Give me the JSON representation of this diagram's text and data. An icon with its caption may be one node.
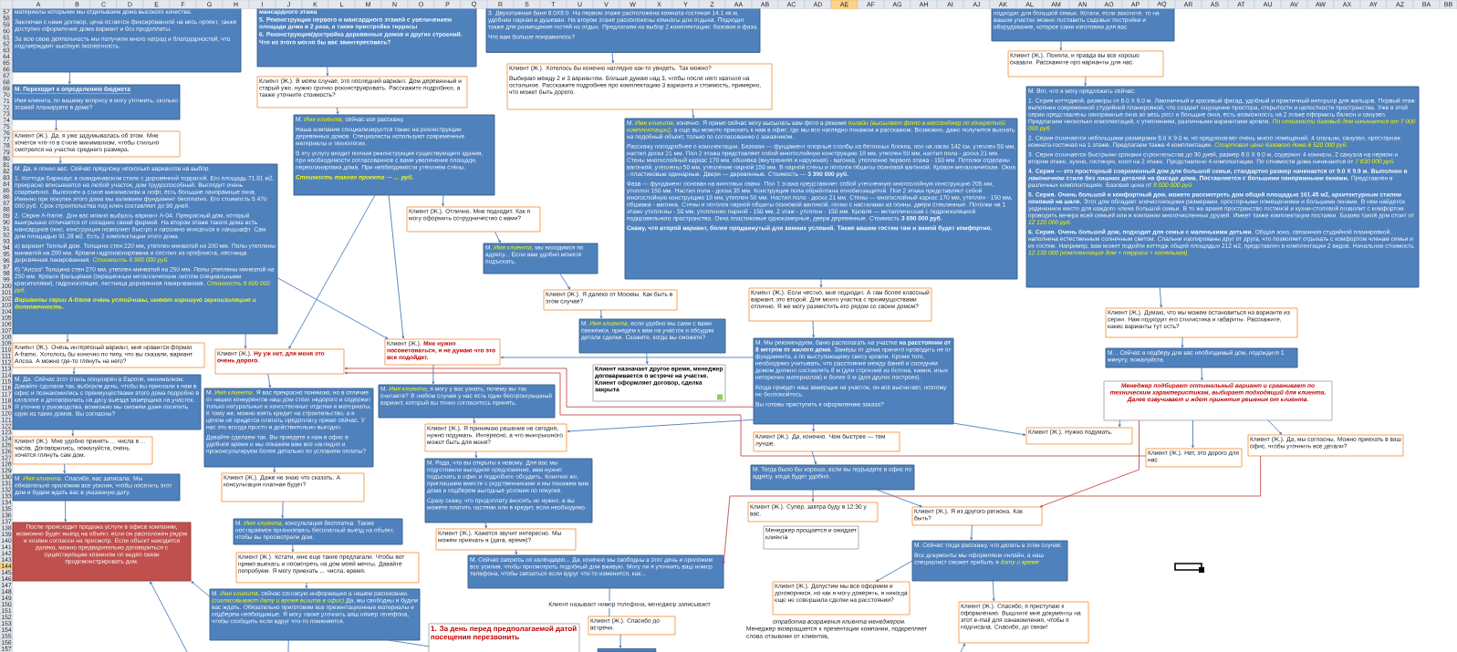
{
  "diagram": {
    "nodes": [
      {
        "text": [
          "материалы которыми мы отделываем дома высокого качества.",
          "Заключая с нами договор, цена остается фиксированной на весь проект, также доступно оформление дома вариант и без предоплаты.",
          "За всю свою деятельность мы получили много наград и благодарностей, что подтверждает высокую экспертность."
        ]
      },
      {
        "text": [
          "мансардного этажа",
          "5. Реконструкция первого и мансардного этажей с увеличением площади дома в 2 раза, а также пристройка террасы",
          "6. Реконструкция/достройка деревянных домов и других строений.",
          "Что из этого могло бы вас заинтересовать?"
        ]
      },
      {
        "text": [
          "3. Двухэтажная баня 8.0Х8.0. На первом этаже расположена комната-гостиная 14.1 кв.м, удобная парная и душевая. На втором этаже расположены комнаты для отдыха. Подходит также для размещения гостей на отдых. Предлагаем на выбор 2 комплектации: базовая и фаза.",
          "Что вам больше понравилось?"
        ]
      },
      {
        "text": [
          "подходят для большой семьи. Кстати, если захотите, то на вашем участке можно поставить садовые постройки и оборудование, которое сами изготовим для вас."
        ]
      },
      {
        "text": [
          "Клиент (Ж.). Поняла, и правда вы все хорошо сказали. Расскажите про варианты для нас."
        ]
      },
      {
        "text": [
          "Клиент (Ж.). В моем случае, это последний вариант. Дом деревянный и старый уже, нужно срочно реконструировать. Расскажите подробнее, а также уточните стоимость?"
        ]
      },
      {
        "text": [
          "Клиент (Ж.). Хотелось бы конечно наглядно как-то увидеть. Так можно?",
          "Выбираю между 2 и 3 вариантом. Больше думаю над 3, чтобы после него хватило на остальное. Расскажите подробнее про комплектацию 3 варианта и стоимость, примерно, что может быть дорого."
        ]
      },
      {
        "text": [
          "М. Переходит к определению бюджета",
          "Имя клиента, по вашему вопросу я могу уточнить, сколько этажей планируете в доме?"
        ]
      },
      {
        "text": [
          "М. Вот, что я могу предложить сейчас:",
          "1. Серия коттеджей, размеры от 6.0 Х 9.0 м. Лаконичный и красивый фасад, удобный и практичный интерьер для жильцов. Первый этаж выполнен современной студийной планировкой, что создает ощущение простора, открытости и целостности пространства. Уже в этой серии представлены панорамные окна во весь рост и большие окна, есть возможность на 2 этаже оформить балкон и санузел. Предлагаем несколько комплектаций, с утеплением, различными вариантами кровли. *По стоимости базовый дом начинается от 7 000 000 руб.*",
          "2. Серия отличается небольшими размерами 8.0 Х 9.0 м, но предполагает очень много помещений: 4 спальни, санузел, просторная комната-гостиная на 1 этаже. Предлагаем также 4 комплектации. *Стартовая цена базового дома 6 520 000 руб.*",
          "3. Серия отличается быстрыми сроками строительства до 30 дней, размер 8.0 Х 9.0 м, содержит 4 комнаты, 2 санузла на первом и втором этаже, кухню, гостиную, холл на 2 этаже. Представлено 4 комплектации. По стоимости дома начинаются от *7 830 000 руб.*",
          "**4. Серия — это просторный современный дом для большой семьи, стандартно размер начинается от 9.0 Х 9.9 м. Выполнен в лаконичном стиле без лишних деталей на фасаде дома. Поставляется с большими панорамными окнами.** Представлен в различных комплектациях. Базовая цена от *8 000 000 руб.*",
          "**5. Серия. Очень большой и комфортный дом, можете рассмотреть дом общей площадью 161.45 м2, архитектурным стилем похожий на шале.** Этот дом обладает впечатляющими размерами, просторными помещениями и большими окнами. В нем найдется уединенное место для каждого члена большой семьи. В то же время пространство гостиной и кухни-столовой позволит с комфортом проводить вечера всей семьей или в компании многочисленных друзей. Имеет также комплектации поставки. Базово такой дом стоит от *12 120 000 руб.*",
          "**6. Серия. Очень большой дом, подходит для семьи с маленькими детьми.** Общая зона, связанная студийной планировкой, наполнена естественным солнечным светом. Спальни изолированы друг от друга, что позволяет отдыхать с комфортом членам семьи и их гостям. Например, вам может подойти коттедж общей площадью 212 м2, представлен в комплектации 2 видов. Начальная стоимость *12 130 000 (комплектация дом + терраса + котельная)*"
        ]
      },
      {
        "text": [
          "М. *Имя клиента*, сейчас все расскажу.",
          "Наша компания специализируется также на реконструкции деревянных домов. Специалисты используют современные материалы и технологии.",
          "В эту услугу входит полная реконструкция существующего здания, при необходимости согласованное с вами увеличение площади, перепланировка дома. При необходимости утепляем стены.",
          "Стоимость такого проекта — ... руб."
        ]
      },
      {
        "text": [
          "М. *Имя клиента*, конечно. Я прямо сейчас могу высылать вам фото в режиме *онлайн (высылает фото в мессенджер по конкретной комплектации)*, а еще вы можете приехать к нам в офис, где мы все наглядно покажем и расскажем. Возможно, даже получится выехать на подобный объект, только по согласованию с заказчиком.",
          "Расскажу поподробнее о комплектации. Базовая — фундамент опорные столбы из бетонных блоков, пол на лагах 142 см, утеплен 50 мм, настил доска 21 мм. Пол 2 этажа представляет собой многослойную конструкцию 18 мм, утеплен 50 мм, настил пола - доска 21 мм. Стены многослойный каркас 170 мм, обшивка (внутренняя и наружная) - вагонка, утепление первого этажа - 150 мм. Потолки отделаны вагонкой, утеплены 50 мм, утепление парной 150 мм. В парной стены и потолок обшиты осиновой вагонкой. Кровля металлическая. Окна - пластиковые одинарные. Двери — деревянные. Стоимость — **3 390 000 руб.**",
          "Фаза — фундамент основан на винтовых сваях. Пол 1 этажа представляет собой утепленную многослойную конструкцию 205 мм, утеплен 150 мм. Настил пола - доска 35 мм. Конструкция пола обработана огнебиозащитой. Пол 2 этажа представляет собой многослойную конструкцию 18 мм, утеплен 50 мм. Настил пола - доска 21 мм. Стены — многослойный каркас 170 мм, утеплен - 150 мм, обшивка - вагонка. Стены и потолок парной обшиты осиновой вагонкой, полки с настилами из осины, двери стеклянные. Потолки на 1 этаже утеплены - 50 мм, утепление парной - 150 мм, 2 этаж - утеплен - 150 мм. Кровля — металлическая с гидроизоляцией подкровельного пространства. Окна пластиковые однокамерные, двери деревянные. Стоимость **3 690 000 руб.**",
          "Скажу, что второй вариант, более продвинутый для зимних условий. Также вашим гостям там и зимой будет комфортно."
        ]
      },
      {
        "text": [
          "Клиент (Ж.). Да, я уже задумывалась об этом. Мне хочется что-то в стиле минимализм, чтобы стильно смотрелся на участке среднего размера."
        ]
      },
      {
        "text": [
          "М. Да, я понял вас. Сейчас предложу несколько вариантов на выбор.",
          "1. Коттедж Барнхаус в скандинавском стиле с деревянной террасой. Его площадь 71.81 м2, прекрасно вписывается на любой участок, дом трудоспособный. Выглядит очень современно. Выполнен в стиле минимализм и лофт, есть большие панорамные окна. Именно при покупке этого дома мы заливаем фундамент бесплатно. Его стоимость 5 470 000 руб. Срок строительства под ключ составляет до 90 дней.",
          "2. Серия A-frame. Для вас можно выбрать вариант A-04. Прекрасный дом, который выигрышно отличается от соседних своей формой. На втором этаже такого дома есть мансардное окно, конструкция позволяет быстро и пассивно вписаться в ландшафт. Сам дом площадью 91.28 м2. Есть 2 комплектации этого дома.",
          "а) вариант Теплый дом. Толщина стен 220 мм, утеплен минватой на 200 мм. Полы утеплены минватой на 200 мм. Кровля гидроизолирована и состоит из профлиста, лестница деревянная лакированная. *Стоимость 6 900 000 руб.*",
          "б) \"Алсоа\" Толщина стен 270 мм, утеплен минватой на 250 мм. Полы утеплены минватой на 250 мм. Кровля фальцевая (окрашенным металлическим листом специальными красителями), гидроизоляция, лестница деревянная лакированная. *Стоимость 9 600 000 руб.*",
          "Варианты серии A-frame очень устойчивы, имеют хорошую звукоизоляцию и долговечность."
        ]
      },
      {
        "text": [
          "Клиент (Ж.). Отлично. Мне подходит. Как я могу оформить сотрудничество с вами?"
        ]
      },
      {
        "text": [
          "М. *Имя клиента*, мы находимся по адресу... Если вам удобно можете подъехать."
        ]
      },
      {
        "text": [
          "Клиент (Ж.). Я далеко от Москвы. Как быть в этом случае?"
        ]
      },
      {
        "text": [
          "Клиент (Ж.). Если честно, мне подходит. А там более классный вариант, это второй. Для моего участка с преимуществами отлично. Я же могу разместить его рядом со своим домом?"
        ]
      },
      {
        "text": [
          "Клиент (Ж.). Думаю, что мы можем остановиться на варианте из серии. Нам подходит его стилистика и габариты. Расскажите, какие варианты тут есть?"
        ]
      },
      {
        "text": [
          "М. *Имя клиента*, если удобно мы сами с вами свяжемся, приедем к вам на участок и обсудим детали сделки. Скажите, когда вы сможете?"
        ]
      },
      {
        "text": [
          "М. Мы рекомендуем, баню располагать на участке **на расстоянии от 8 метров от жилого дома**. Замеры от дома принято проводить не от фундамента, а по выступающему свесу кровли. Кроме того, необходимо учитывать, что расстояние между баней и соседним домом должно составлять 8 м (для строений из бетона, камня, иных негорючих материалов) и более 8 м (для других построек).",
          "Когда приедет наш замерщик на участок, он все высчитает, поэтому не беспокойтесь.",
          "Вы готовы приступить к оформлению заказа?"
        ]
      },
      {
        "text": [
          "Клиент (Ж.). Очень интересный вариант, мне нравится формат A-frame. Хотелось бы конечно по типу, что вы сказали, вариант Алсоа. А можно где-то глянуть на него?"
        ]
      },
      {
        "text": [
          "Клиент (Ж.). **Ну уж нет, для меня это очень дорого.**"
        ]
      },
      {
        "text": [
          "Клиент (Ж.). **Мне нужно посоветоваться, я не думаю что это все подойдет.**"
        ]
      },
      {
        "text": [
          "М. . Сейчас я подберу для вас необходимый дом, подождите 1 минуту, пожалуйста."
        ]
      },
      {
        "text": [
          "Клиент назначает другое время, менеджер договаривается о встрече на участке. Клиент оформляет договор, сделка закрыта"
        ]
      },
      {
        "text": [
          "Менеджер подбирает оптимальный вариант и сравнивает по техническим характеристикам, выбирает подходящий для клиента. Далее озвучивает и ждет принятия решения от клиента."
        ]
      },
      {
        "text": [
          "М. Да. Сейчас этот стиль популярен в Европе, минимализм. Давайте сделаем так, выберем день, чтобы вы приехали к нам в офис и познакомились с преимуществами этого дома подробно в каталоге и договорились на дату выезда замерщика на участок. Я уточню у руководства, возможно мы сможем даже посетить один из таких домов. Вы согласны?"
        ]
      },
      {
        "text": [
          "М. *Имя клиента*. Я вас прекрасно понимаю, но в отличие от наших конкурентов наш дом стоит недорого и содержит только натуральные и качественные отделки и материалы. К тому же, можно взять кредит на строительство, а в целом не придется платить предоплату прямо сейчас. У нас это всегда просто и действительно выгодно.",
          "Давайте сделаем так. Вы приедете к нам в офис в удобное время и мы покажем вам все наглядно и проконсультируем более детально по условиям оплаты?"
        ]
      },
      {
        "text": [
          "М. *Имя клиента*, я могу у вас узнать, почему вы так считаете? В любом случае у нас есть один беспроигрышный вариант, который вы точно согласитесь принять."
        ]
      },
      {
        "text": [
          "Клиент (Ж.). Я принимаю решение не сегодня, нужно подумать. Интересно, а что выигрышного может быть для меня?"
        ]
      },
      {
        "text": [
          "Клиент (Ж.). Нужно подумать."
        ]
      },
      {
        "text": [
          "Клиент (Ж.). Да, конечно. Чем быстрее — тем лучше."
        ]
      },
      {
        "text": [
          "Клиент (Ж.). Да, мы согласны. Можно приехать в ваш офис, чтобы уточнить все детали?"
        ]
      },
      {
        "text": [
          "Клиент (Ж.). Нет, это дорого для нас."
        ]
      },
      {
        "text": [
          "Клиент (Ж.). Мне удобно принять ... числа в ... часов. Договорились, пожалуйста, очень хочется глянуть сам дом."
        ]
      },
      {
        "text": [
          "М. Тогда было бы хорошо, если вы подъедете в офис по адресу, когда будет удобно."
        ]
      },
      {
        "text": [
          "М. Рада, что вы открыты к новому. Для вас мы подготовили выгодное предложение, вам нужно подъехать в офис и подробнее обсудить. Конечно же, приглашаем вместе с родственниками и мы покажем вам дома и подберем выгодные условия по покупке.",
          "Сразу скажу, что предоплату вносить не нужно, а вы можете платить частями или в кредит, если необходимо."
        ]
      },
      {
        "text": [
          "Клиент (Ж.). Даже не знаю что сказать. А консультация платная будет?"
        ]
      },
      {
        "text": [
          "М. *Имя клиента*. Спасибо, вас записала. Мы обязательно приложим все усилия, чтобы посетить этот дом и будем ждать вас в указанную дату."
        ]
      },
      {
        "text": [
          "Клиент (Ж.). Супер, завтра буду в 12:30 у вас."
        ]
      },
      {
        "text": [
          "Клиент (Ж.). Я из другого региона. Как быть?"
        ]
      },
      {
        "text": [
          "М. *Имя клиента*, консультация бесплатна. Также постараемся организовать бесплатный выезд на объект, чтобы вы просмотрели дом."
        ]
      },
      {
        "text": [
          "После происходит продажа услуги в офисе компании, возможно будет выезд на объект, если он расположен рядом и хозяин согласен на просмотр. Если объект находится далеко, можно предварительно договориться с существующим хозяином по видео связи продемонстрировать дом."
        ]
      },
      {
        "text": [
          "Менеджер прощается и ожидает клиента"
        ]
      },
      {
        "text": [
          "Клиент (Ж.). Кажется звучит интересно. Мы можем приехать в (дата, время)?"
        ]
      },
      {
        "text": [
          "М. Сейчас тогда расскажу, что делать в этом случае.",
          "Все документы мы оформляем онлайн, а наш специалист сможет прибыть в *дату и время*"
        ]
      },
      {
        "text": [
          "Клиент (Ж.). Кстати, мне еще такие предлагали. Чтобы вот прямо выехать и посмотреть на дом моей мечты. Давайте попробуем. Я могу приехать ... числа, время."
        ]
      },
      {
        "text": [
          "М. Сейчас сверюсь по календарю... Да, конечно мы свободны в этот день и приложим все усилия, чтобы просмотреть подобный дом вживую. Могу ли я уточнить ваш номер телефона, чтобы связаться если вдруг что-то изменится, как..."
        ]
      },
      {
        "text": [
          "Клиент (Ж.). Допустим мы все оформим и договоримся, но как я могу доверять, я никогда еще не совершала сделки на расстоянии?"
        ]
      },
      {
        "text": [
          "М. *Имя клиента*, сейчас согласую информацию в нашем расписании. *(согласовывает дату и время визита в офис)* Да, мы свободны и будем вас ждать. Обязательно приготовим все презентационные материалы и подберем необходимые. Я могу также уточнить ваш номер телефона, чтобы сообщить если вдруг что-то поменяется."
        ]
      },
      {
        "text": [
          "Клиент (Ж.). Спасибо, я приступаю к оформлению. Вышлите мне документы на этот e-mail для ознакомления, чтобы я подписала. Спасибо, до связи!"
        ]
      },
      {
        "text": [
          "Клиент (Ж.). Спасибо до встречи."
        ]
      },
      {
        "text": [
          "1. За день перед предполагаемой датой посещения перезвонить"
        ]
      },
      {
        "text": [],
        "shape": "box"
      }
    ],
    "edges": [
      {
        "from": 0,
        "to": 7,
        "arrow": "to"
      },
      {
        "from": 7,
        "to": 11,
        "arrow": "to"
      },
      {
        "from": 11,
        "to": 12,
        "arrow": "to"
      },
      {
        "from": 1,
        "to": 5,
        "arrow": "to"
      },
      {
        "from": 5,
        "to": 9,
        "arrow": "to"
      },
      {
        "from": 2,
        "to": 6,
        "arrow": "to"
      },
      {
        "from": 6,
        "to": 10,
        "arrow": "to"
      },
      {
        "from": 9,
        "to": 13,
        "arrow": "to"
      },
      {
        "from": 13,
        "to": 14,
        "arrow": "to"
      },
      {
        "from": 14,
        "to": 15,
        "arrow": "to"
      },
      {
        "from": 15,
        "to": 18,
        "arrow": "to"
      },
      {
        "from": 9,
        "to": 21,
        "arrow": "to"
      },
      {
        "from": 9,
        "to": 22,
        "arrow": "to"
      },
      {
        "from": 12,
        "to": 21,
        "arrow": "to"
      },
      {
        "from": 12,
        "to": 22,
        "arrow": "to"
      },
      {
        "from": 12,
        "to": 20,
        "arrow": "to"
      },
      {
        "from": 20,
        "to": 26,
        "arrow": "to"
      },
      {
        "from": 26,
        "to": 34,
        "arrow": "to"
      },
      {
        "from": 34,
        "to": 38,
        "arrow": "to"
      },
      {
        "from": 38,
        "to": 42,
        "arrow": "to"
      },
      {
        "from": 21,
        "to": 27,
        "arrow": "to"
      },
      {
        "from": 27,
        "to": 37,
        "arrow": "to"
      },
      {
        "from": 37,
        "to": 41,
        "arrow": "to"
      },
      {
        "from": 41,
        "to": 46,
        "arrow": "to"
      },
      {
        "from": 46,
        "to": 49,
        "arrow": "to"
      },
      {
        "from": 49,
        "to": 42,
        "arrow": "to"
      },
      {
        "from": null,
        "to": 42,
        "arrow": "to"
      },
      {
        "from": 49,
        "to": null,
        "arrow": "none"
      },
      {
        "from": 49,
        "to": 52,
        "arrow": "none"
      },
      {
        "from": 22,
        "to": 28,
        "arrow": "to"
      },
      {
        "from": 28,
        "to": 29,
        "arrow": "to"
      },
      {
        "from": 29,
        "to": 36,
        "arrow": "to"
      },
      {
        "from": 36,
        "to": 44,
        "arrow": "to"
      },
      {
        "from": 44,
        "to": 47,
        "arrow": "to"
      },
      {
        "from": 47,
        "to": 51,
        "arrow": "none",
        "label": "Клиент называет номер телефона, менеджер записывает"
      },
      {
        "from": 51,
        "to": 53,
        "arrow": "to"
      },
      {
        "from": 18,
        "to": 24,
        "arrow": "to"
      },
      {
        "from": 19,
        "to": 22,
        "arrow": "to"
      },
      {
        "from": 19,
        "to": 29,
        "arrow": "to"
      },
      {
        "from": 19,
        "to": 21,
        "arrow": "to",
        "color": "#c0504d"
      },
      {
        "from": 33,
        "to": 21,
        "arrow": "to",
        "color": "#c0504d"
      },
      {
        "from": 10,
        "to": 16,
        "arrow": "to"
      },
      {
        "from": 16,
        "to": 19,
        "arrow": "to"
      },
      {
        "from": 19,
        "to": 31,
        "arrow": "to"
      },
      {
        "from": 31,
        "to": 35,
        "arrow": "to"
      },
      {
        "from": 35,
        "to": 39,
        "arrow": "to"
      },
      {
        "from": 35,
        "to": 40,
        "arrow": "to"
      },
      {
        "from": 40,
        "to": 45,
        "arrow": "to"
      },
      {
        "from": 45,
        "to": 48,
        "arrow": "to"
      },
      {
        "from": 45,
        "to": 50,
        "arrow": "to"
      },
      {
        "from": null,
        "to": 50,
        "arrow": "to"
      },
      {
        "from": 8,
        "to": 17,
        "arrow": "to"
      },
      {
        "from": 3,
        "to": 4,
        "arrow": "to"
      },
      {
        "from": 4,
        "to": 8,
        "arrow": "to"
      },
      {
        "from": 17,
        "to": 23,
        "arrow": "to"
      },
      {
        "from": 23,
        "to": 25,
        "arrow": "to"
      },
      {
        "from": 25,
        "to": 30,
        "arrow": "to"
      },
      {
        "from": 25,
        "to": 33,
        "arrow": "to"
      },
      {
        "from": 25,
        "to": 32,
        "arrow": "to"
      },
      {
        "from": 25,
        "to": 40,
        "arrow": "to",
        "color": "#c0504d"
      },
      {
        "from": 32,
        "to": 47,
        "arrow": "to",
        "color": "#c0504d"
      },
      {
        "from": 19,
        "to": 30,
        "arrow": "to"
      }
    ],
    "labels": [
      "A",
      "B",
      "C",
      "D",
      "E",
      "F",
      "G",
      "H",
      "I",
      "J",
      "K",
      "L",
      "M",
      "N",
      "O",
      "P",
      "Q",
      "R",
      "S",
      "T",
      "U",
      "V",
      "W",
      "X",
      "Y",
      "Z",
      "AA",
      "AB",
      "AC",
      "AD",
      "AE",
      "AF",
      "AG",
      "AH",
      "AI",
      "AJ",
      "AK",
      "AL",
      "AM",
      "AN",
      "AO",
      "AP",
      "AQ",
      "AR",
      "AS",
      "AT",
      "AU",
      "AV",
      "AW",
      "AX",
      "AY",
      "AZ",
      "BA",
      "BB",
      "57",
      "58",
      "59",
      "60",
      "61",
      "62",
      "63",
      "64",
      "65",
      "66",
      "67",
      "68",
      "69",
      "70",
      "71",
      "72",
      "73",
      "74",
      "75",
      "76",
      "77",
      "78",
      "79",
      "80",
      "81",
      "82",
      "83",
      "84",
      "85",
      "86",
      "87",
      "88",
      "89",
      "90",
      "91",
      "92",
      "93",
      "94",
      "95",
      "96",
      "97",
      "98",
      "99",
      "100",
      "101",
      "102",
      "103",
      "104",
      "105",
      "106",
      "107",
      "108",
      "109",
      "110",
      "111",
      "112",
      "113",
      "114",
      "115",
      "116",
      "117",
      "118",
      "119",
      "120",
      "121",
      "122",
      "123",
      "124",
      "125",
      "126",
      "127",
      "128",
      "129",
      "130",
      "131",
      "132",
      "133",
      "134",
      "135",
      "136",
      "137",
      "138",
      "139",
      "140",
      "141",
      "142",
      "143",
      "144",
      "145",
      "146",
      "147",
      "148",
      "149",
      "150",
      "151",
      "152",
      "153",
      "154",
      "155",
      "156",
      "157",
      "отработка возражения клиента менеджером.",
      "Менеджер возвращается к презентации компании, подкрепляет слова отзывами от клиентов,"
    ]
  }
}
